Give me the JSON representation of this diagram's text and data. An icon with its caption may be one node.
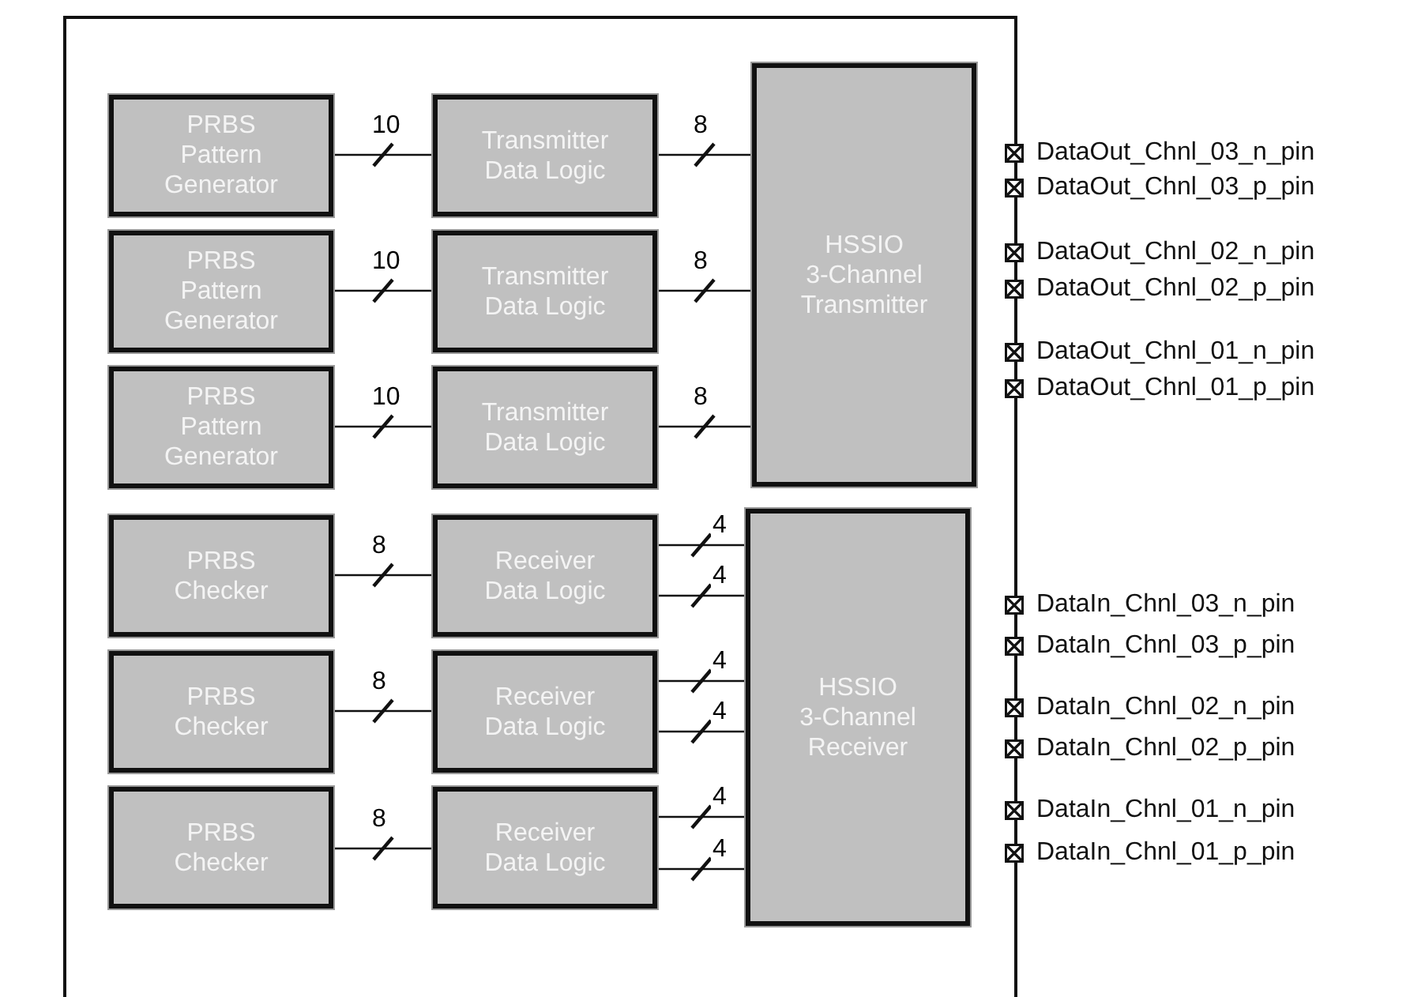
{
  "diagram": {
    "nodes": [
      {
        "text": [],
        "shape": "box"
      },
      {
        "text": [
          "PRBS Pattern Generator"
        ],
        "in": 0
      },
      {
        "text": [
          "Transmitter Data Logic"
        ],
        "in": 0
      },
      {
        "text": [
          "PRBS Pattern Generator"
        ],
        "in": 0
      },
      {
        "text": [
          "Transmitter Data Logic"
        ],
        "in": 0
      },
      {
        "text": [
          "PRBS Pattern Generator"
        ],
        "in": 0
      },
      {
        "text": [
          "Transmitter Data Logic"
        ],
        "in": 0
      },
      {
        "text": [
          "HSSIO 3-Channel Transmitter"
        ],
        "in": 0
      },
      {
        "text": [
          "PRBS Checker"
        ],
        "in": 0
      },
      {
        "text": [
          "Receiver Data Logic"
        ],
        "in": 0
      },
      {
        "text": [
          "PRBS Checker"
        ],
        "in": 0
      },
      {
        "text": [
          "Receiver Data Logic"
        ],
        "in": 0
      },
      {
        "text": [
          "PRBS Checker"
        ],
        "in": 0
      },
      {
        "text": [
          "Receiver Data Logic"
        ],
        "in": 0
      },
      {
        "text": [
          "HSSIO 3-Channel Receiver"
        ],
        "in": 0
      }
    ],
    "edges": [
      {
        "from": 1,
        "to": 2,
        "arrow": "none",
        "label": "10"
      },
      {
        "from": 2,
        "to": 7,
        "arrow": "none",
        "label": "8"
      },
      {
        "from": 3,
        "to": 4,
        "arrow": "none",
        "label": "10"
      },
      {
        "from": 4,
        "to": 7,
        "arrow": "none",
        "label": "8"
      },
      {
        "from": 5,
        "to": 6,
        "arrow": "none",
        "label": "10"
      },
      {
        "from": 6,
        "to": 7,
        "arrow": "none",
        "label": "8"
      },
      {
        "from": 8,
        "to": 9,
        "arrow": "none",
        "label": "8"
      },
      {
        "from": 9,
        "to": 14,
        "arrow": "none",
        "label": "4"
      },
      {
        "from": 9,
        "to": 14,
        "arrow": "none",
        "label": "4"
      },
      {
        "from": 10,
        "to": 11,
        "arrow": "none",
        "label": "8"
      },
      {
        "from": 11,
        "to": 14,
        "arrow": "none",
        "label": "4"
      },
      {
        "from": 11,
        "to": 14,
        "arrow": "none",
        "label": "4"
      },
      {
        "from": 12,
        "to": 13,
        "arrow": "none",
        "label": "8"
      },
      {
        "from": 13,
        "to": 14,
        "arrow": "none",
        "label": "4"
      },
      {
        "from": 13,
        "to": 14,
        "arrow": "none",
        "label": "4"
      }
    ],
    "labels": [
      "DataOut_Chnl_03_n_pin",
      "DataOut_Chnl_03_p_pin",
      "DataOut_Chnl_02_n_pin",
      "DataOut_Chnl_02_p_pin",
      "DataOut_Chnl_01_n_pin",
      "DataOut_Chnl_01_p_pin",
      "DataIn_Chnl_03_n_pin",
      "DataIn_Chnl_03_p_pin",
      "DataIn_Chnl_02_n_pin",
      "DataIn_Chnl_02_p_pin",
      "DataIn_Chnl_01_n_pin",
      "DataIn_Chnl_01_p_pin"
    ]
  }
}
